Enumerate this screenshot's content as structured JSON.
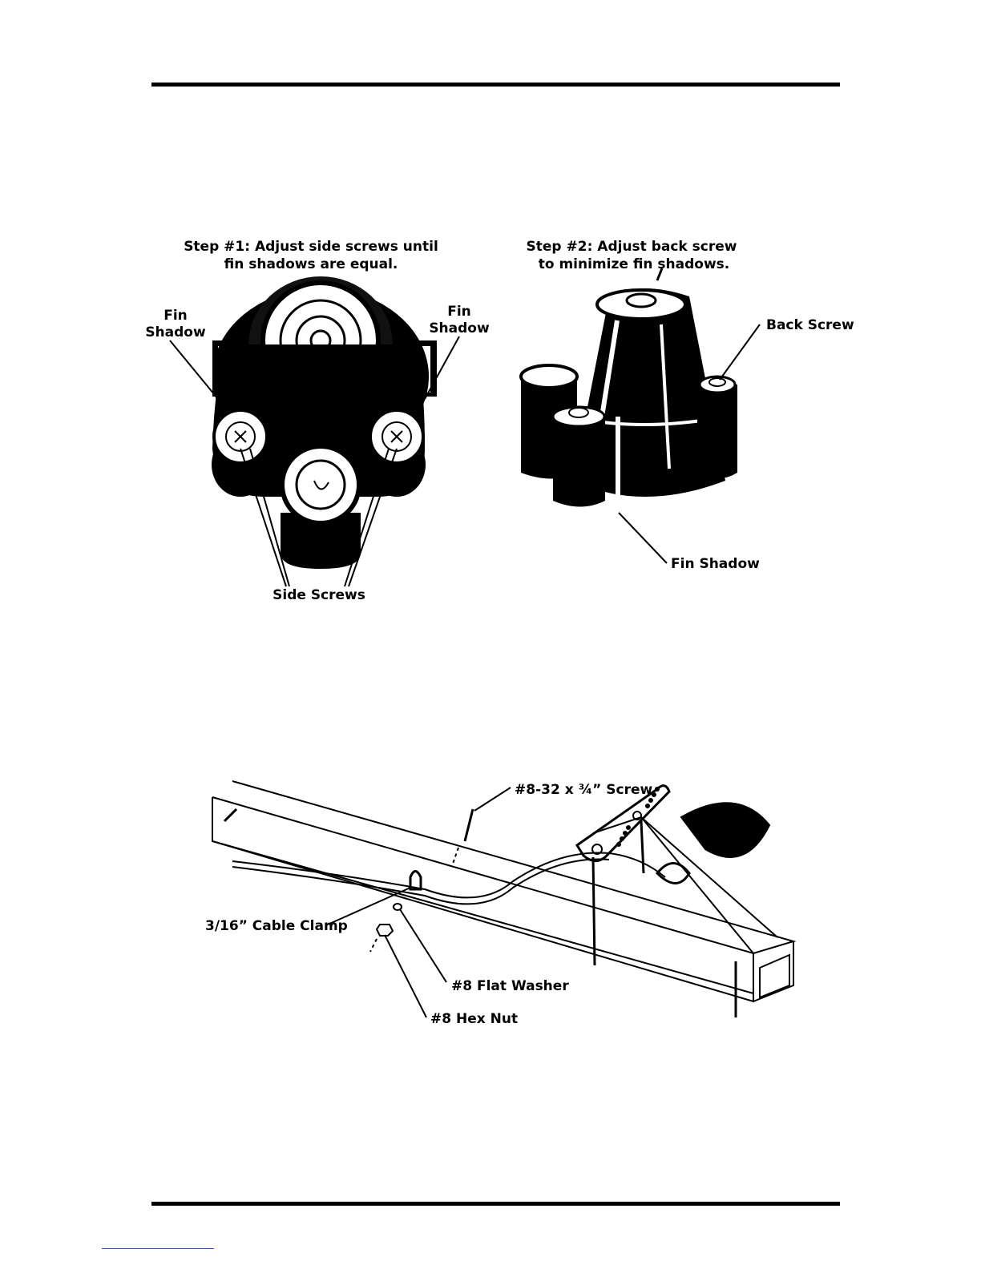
{
  "figure1": {
    "step1_line1": "Step #1: Adjust side screws until",
    "step1_line2": "fin shadows are equal.",
    "left_fin_line1": "Fin",
    "left_fin_line2": "Shadow",
    "right_fin_line1": "Fin",
    "right_fin_line2": "Shadow",
    "side_screws": "Side Screws",
    "step2_line1": "Step #2: Adjust back screw",
    "step2_line2": "to minimize fin shadows.",
    "back_screw": "Back Screw",
    "fin_shadow": "Fin Shadow"
  },
  "figure2": {
    "screw": "#8-32 x ¾” Screw",
    "cable_clamp": "3/16” Cable Clamp",
    "flat_washer": "#8 Flat Washer",
    "hex_nut": "#8 Hex Nut"
  }
}
